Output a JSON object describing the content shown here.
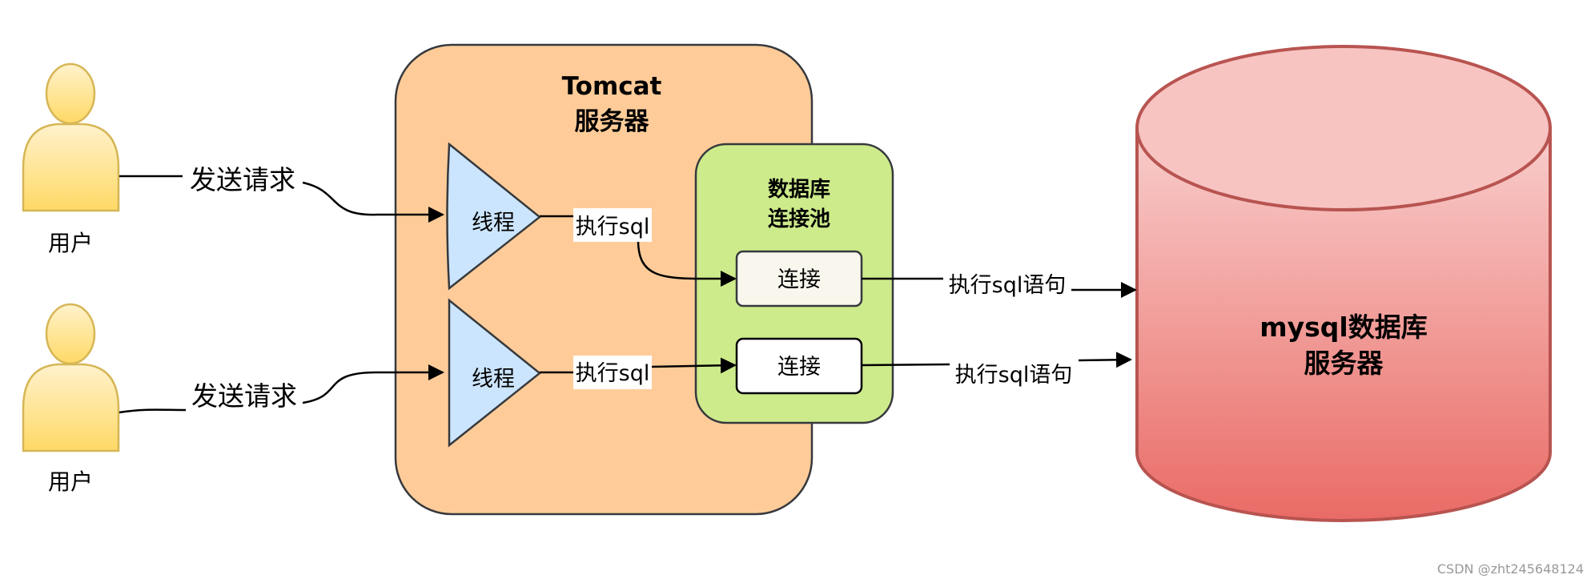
{
  "users": [
    {
      "label": "用户",
      "request_label": "发送请求"
    },
    {
      "label": "用户",
      "request_label": "发送请求"
    }
  ],
  "tomcat": {
    "title_line1": "Tomcat",
    "title_line2": "服务器",
    "threads": [
      {
        "label": "线程",
        "action_label": "执行sql"
      },
      {
        "label": "线程",
        "action_label": "执行sql"
      }
    ]
  },
  "pool": {
    "title_line1": "数据库",
    "title_line2": "连接池",
    "connections": [
      {
        "label": "连接",
        "sql_label": "执行sql语句"
      },
      {
        "label": "连接",
        "sql_label": "执行sql语句"
      }
    ]
  },
  "database": {
    "title_line1": "mysql数据库",
    "title_line2": "服务器"
  },
  "watermark": "CSDN @zht245648124",
  "colors": {
    "user_fill_top": "#fff2cc",
    "user_fill_bottom": "#ffd966",
    "user_stroke": "#d6b656",
    "tomcat_fill": "#ffcc99",
    "thread_fill": "#cce5ff",
    "pool_fill": "#cdeb8b",
    "conn_fill_1": "#f9f7ed",
    "conn_fill_2": "#ffffff",
    "db_fill_top": "#f8cecc",
    "db_fill_bottom": "#ea6b66",
    "db_stroke": "#b85450",
    "watermark": "#999999"
  }
}
